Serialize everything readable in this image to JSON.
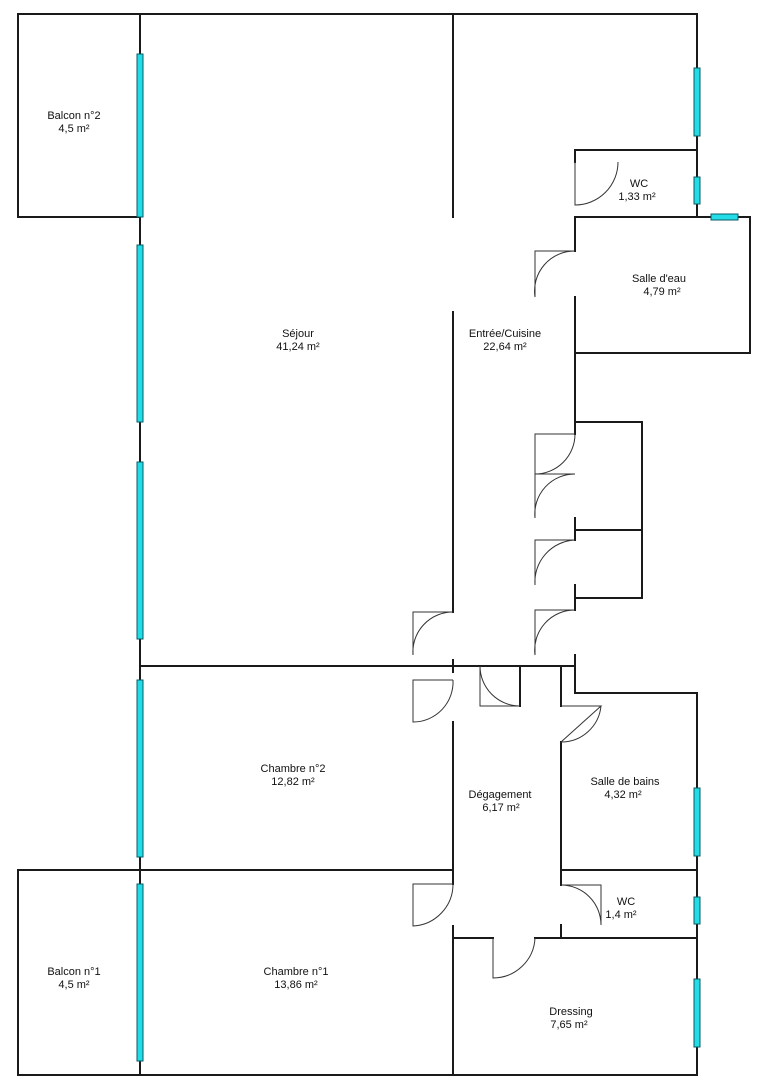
{
  "plan": {
    "colors": {
      "wall": "#1a1a1a",
      "window": "#22dde8",
      "window_edge": "#0b5a60",
      "door": "#333333",
      "background": "#ffffff"
    },
    "rooms": [
      {
        "id": "balcon-2",
        "name": "Balcon n°2",
        "area": "4,5  m²"
      },
      {
        "id": "sejour",
        "name": "Séjour",
        "area": "41,24  m²"
      },
      {
        "id": "entree-cuisine",
        "name": "Entrée/Cuisine",
        "area": "22,64  m²"
      },
      {
        "id": "wc-1",
        "name": "WC",
        "area": "1,33  m²"
      },
      {
        "id": "salle-deau",
        "name": "Salle d'eau",
        "area": "4,79  m²"
      },
      {
        "id": "chambre-2",
        "name": "Chambre n°2",
        "area": "12,82  m²"
      },
      {
        "id": "degagement",
        "name": "Dégagement",
        "area": "6,17  m²"
      },
      {
        "id": "salle-de-bains",
        "name": "Salle de bains",
        "area": "4,32  m²"
      },
      {
        "id": "wc-2",
        "name": "WC",
        "area": "1,4  m²"
      },
      {
        "id": "balcon-1",
        "name": "Balcon n°1",
        "area": "4,5  m²"
      },
      {
        "id": "chambre-1",
        "name": "Chambre n°1",
        "area": "13,86  m²"
      },
      {
        "id": "dressing",
        "name": "Dressing",
        "area": "7,65  m²"
      }
    ]
  }
}
